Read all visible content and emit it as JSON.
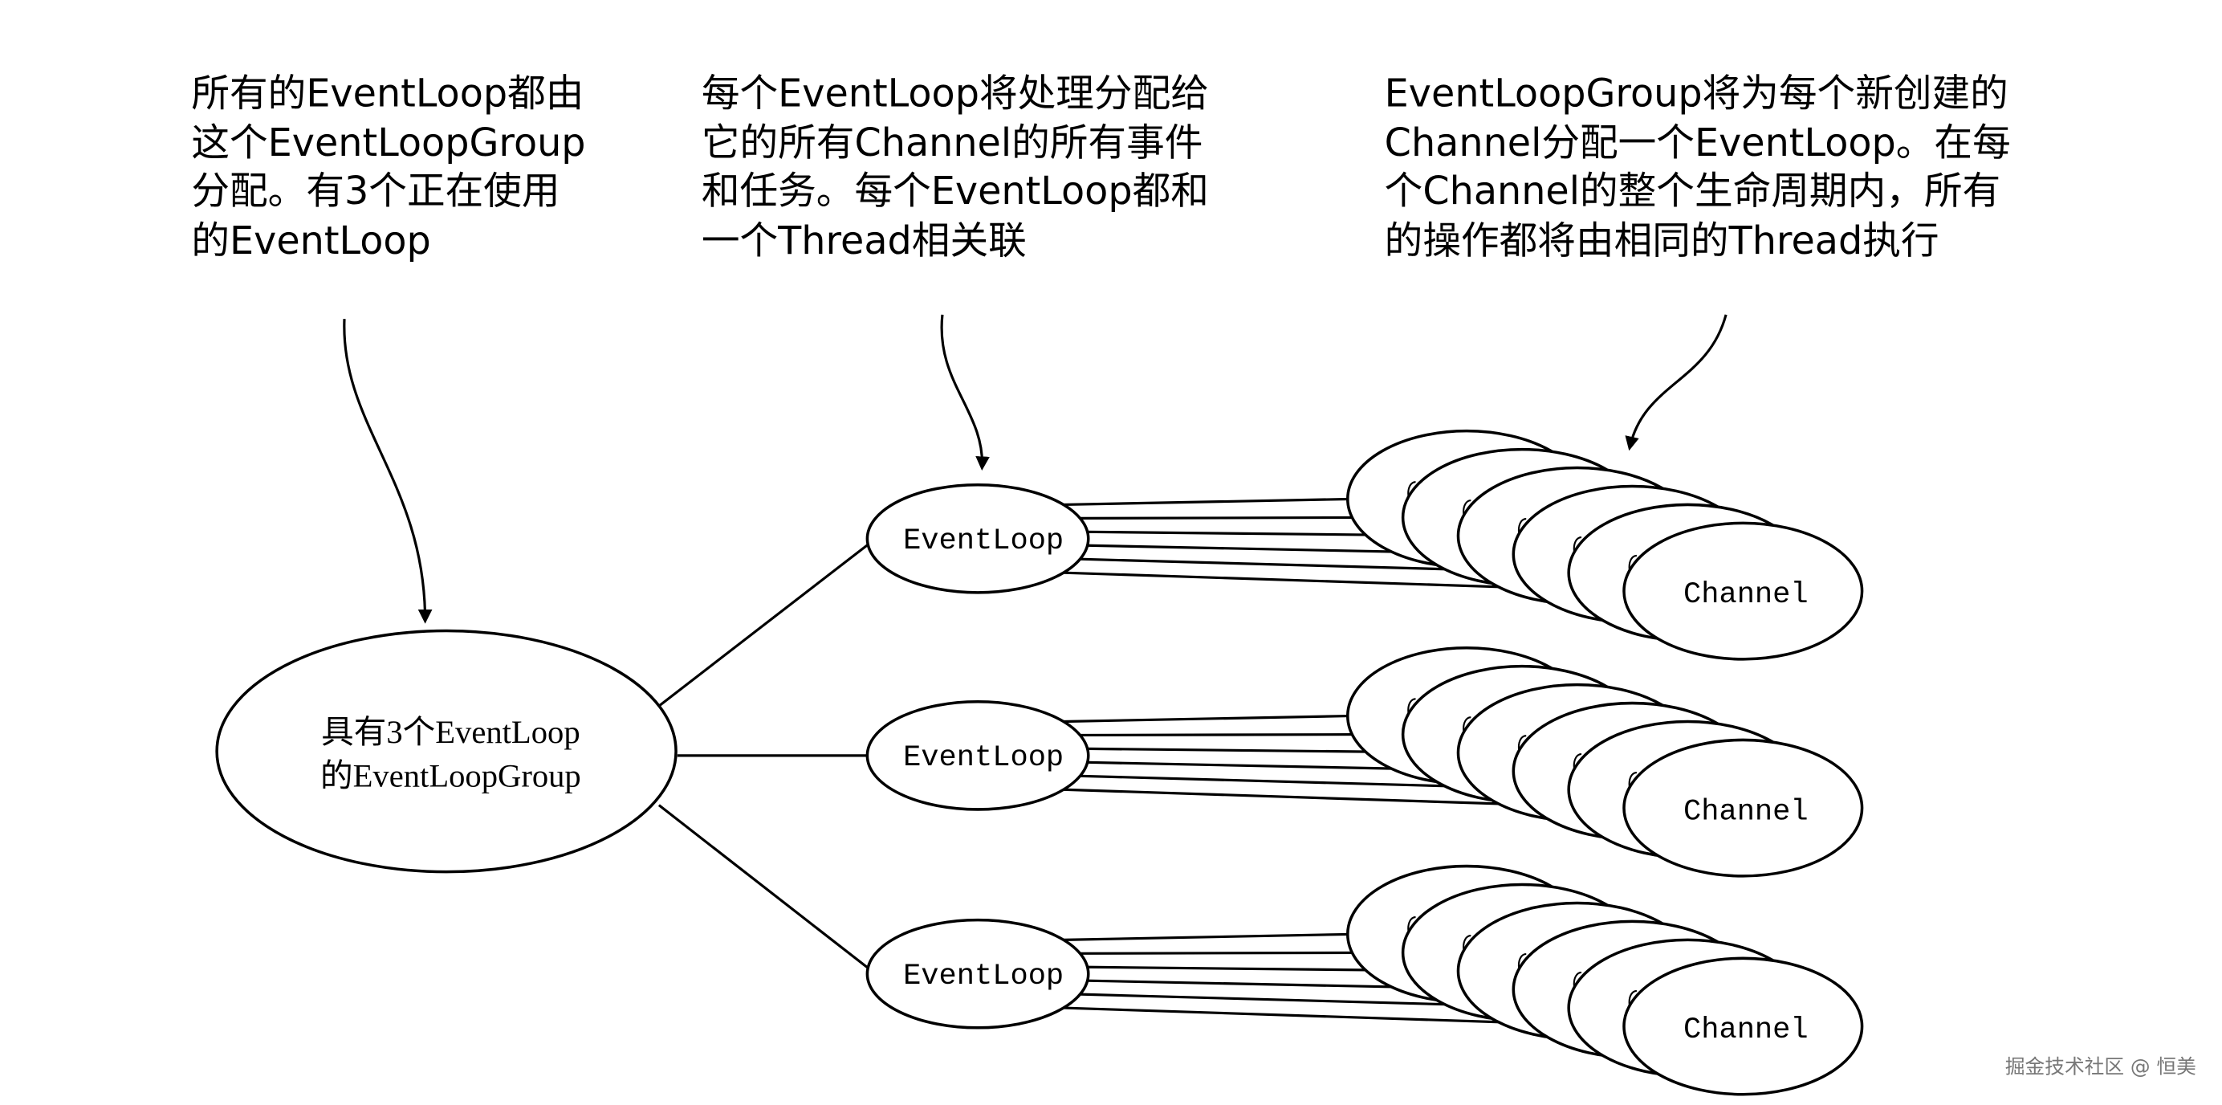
{
  "captions": {
    "left": [
      "所有的EventLoop都由",
      "这个EventLoopGroup",
      "分配。有3个正在使用",
      "的EventLoop"
    ],
    "middle": [
      "每个EventLoop将处理分配给",
      "它的所有Channel的所有事件",
      "和任务。每个EventLoop都和",
      "一个Thread相关联"
    ],
    "right": [
      "EventLoopGroup将为每个新创建的",
      "Channel分配一个EventLoop。在每",
      "个Channel的整个生命周期内，所有",
      "的操作都将由相同的Thread执行"
    ]
  },
  "group": {
    "line1": "具有3个EventLoop",
    "line2": "的EventLoopGroup"
  },
  "event_loop_label": "EventLoop",
  "channel_label": "Channel",
  "event_loop_count": 3,
  "channels_per_loop": 6,
  "watermark": "掘金技术社区 @ 恒美"
}
